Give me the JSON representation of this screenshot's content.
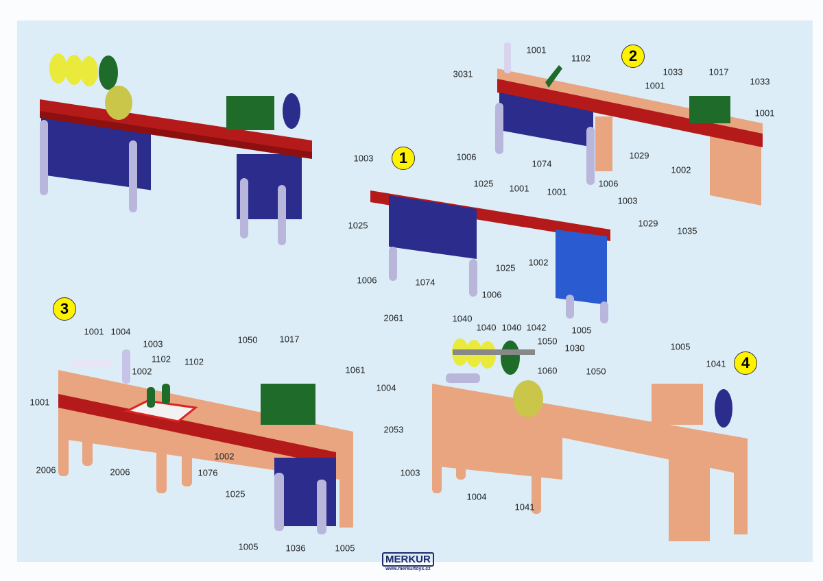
{
  "steps": [
    {
      "number": "1",
      "labels": [
        "1003",
        "1025",
        "1001",
        "1001",
        "1003",
        "1029",
        "1035",
        "1025",
        "1006",
        "1074",
        "1006",
        "1025",
        "1002",
        "1005",
        "1005"
      ]
    },
    {
      "number": "2",
      "labels": [
        "1001",
        "3031",
        "1102",
        "1033",
        "1017",
        "1033",
        "1001",
        "1001",
        "1006",
        "1074",
        "1006",
        "1029",
        "1002"
      ]
    },
    {
      "number": "3",
      "labels": [
        "1001",
        "1004",
        "1003",
        "1102",
        "1102",
        "1002",
        "1001",
        "1050",
        "1017",
        "1061",
        "2006",
        "2006",
        "1076",
        "1002",
        "1025",
        "1005",
        "1036",
        "1005"
      ]
    },
    {
      "number": "4",
      "labels": [
        "2061",
        "1040",
        "1040",
        "1040",
        "1042",
        "1050",
        "1030",
        "1060",
        "1050",
        "1004",
        "2053",
        "1003",
        "1004",
        "1041",
        "1041"
      ]
    }
  ],
  "logo": {
    "name": "MERKUR",
    "url": "www.merkurtoys.cz"
  },
  "colors": {
    "red": "#b51a1a",
    "blue": "#2b2c8c",
    "peach": "#e8a57f",
    "lavender": "#b9b6dc",
    "green": "#1f6b2a",
    "yellow": "#e9ea3c",
    "badge": "#fff200"
  }
}
